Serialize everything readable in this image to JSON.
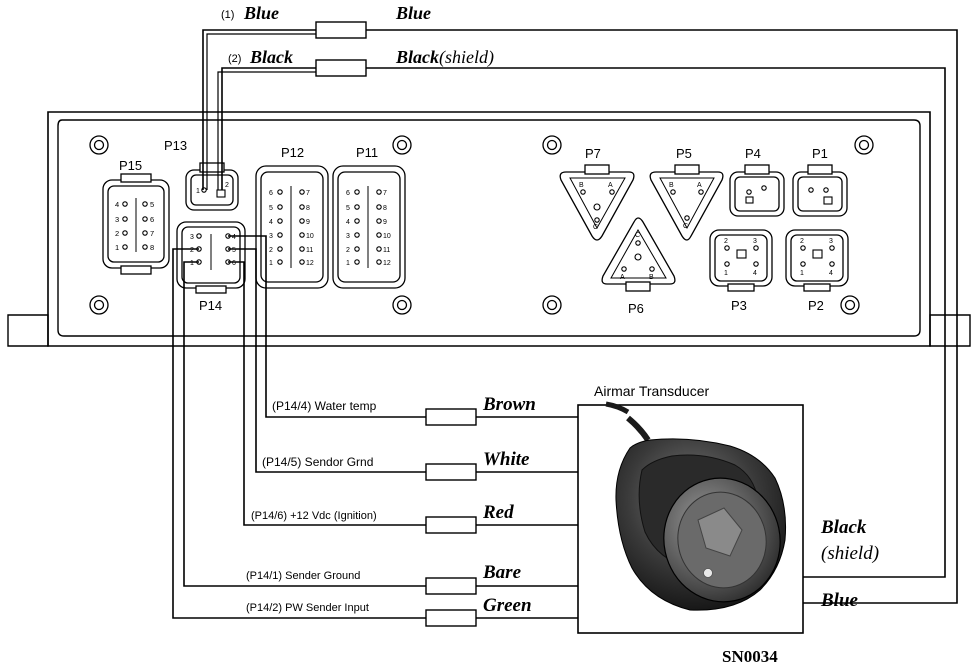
{
  "top_wires": {
    "w1_num": "(1)",
    "w1_left": "Blue",
    "w1_right": "Blue",
    "w2_num": "(2)",
    "w2_left": "Black",
    "w2_right_bold": "Black",
    "w2_right_it": "(shield)"
  },
  "connectors": {
    "p15": "P15",
    "p13": "P13",
    "p12": "P12",
    "p11": "P11",
    "p14": "P14",
    "p7": "P7",
    "p5": "P5",
    "p4": "P4",
    "p1": "P1",
    "p6": "P6",
    "p3": "P3",
    "p2": "P2"
  },
  "pin_labels": {
    "p15_left": [
      "4",
      "3",
      "2",
      "1"
    ],
    "p15_right": [
      "5",
      "6",
      "7",
      "8"
    ],
    "p13": [
      "1",
      "2"
    ],
    "p14_left": [
      "3",
      "2",
      "1"
    ],
    "p14_right": [
      "4",
      "5",
      "6"
    ],
    "p12_left": [
      "6",
      "5",
      "4",
      "3",
      "2",
      "1"
    ],
    "p12_right": [
      "7",
      "8",
      "9",
      "10",
      "11",
      "12"
    ],
    "p11_left": [
      "6",
      "5",
      "4",
      "3",
      "2",
      "1"
    ],
    "p11_right": [
      "7",
      "8",
      "9",
      "10",
      "11",
      "12"
    ],
    "p7": [
      "B",
      "A",
      "C"
    ],
    "p5": [
      "B",
      "A",
      "C"
    ],
    "p6": [
      "C",
      "A",
      "B"
    ],
    "p3": [
      "2",
      "3",
      "1",
      "4"
    ],
    "p2": [
      "2",
      "3",
      "1",
      "4"
    ]
  },
  "transducer": {
    "title": "Airmar Transducer",
    "part": "SN0034"
  },
  "sensor_wires": [
    {
      "desc": "(P14/4)  Water temp",
      "color": "Brown"
    },
    {
      "desc": "(P14/5)  Sendor Grnd",
      "color": "White"
    },
    {
      "desc": "(P14/6) +12 Vdc (Ignition)",
      "color": "Red"
    },
    {
      "desc": "(P14/1)    Sender Ground",
      "color": "Bare"
    },
    {
      "desc": "(P14/2)  PW Sender Input",
      "color": "Green"
    }
  ],
  "right_labels": {
    "black": "Black",
    "shield": "(shield)",
    "blue": "Blue"
  }
}
